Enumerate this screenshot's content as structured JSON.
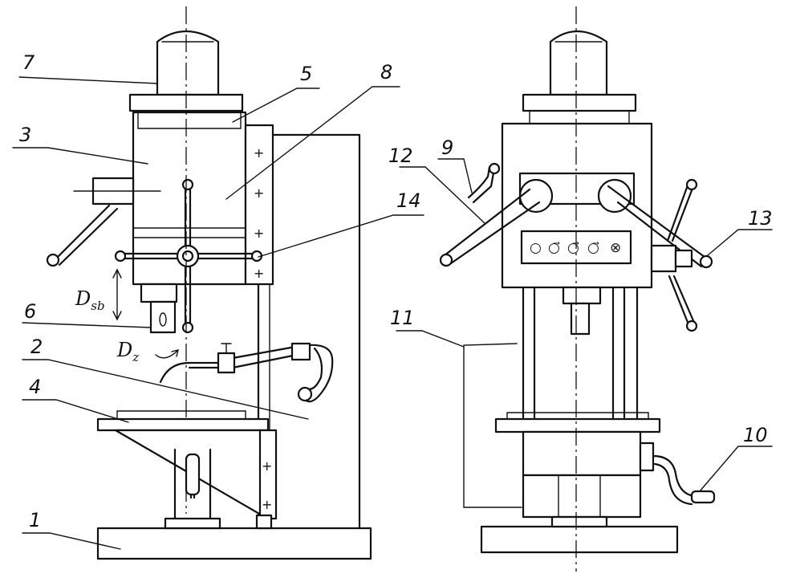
{
  "labels": {
    "l1": "1",
    "l2": "2",
    "l3": "3",
    "l4": "4",
    "l5": "5",
    "l6": "6",
    "l7": "7",
    "l8": "8",
    "l9": "9",
    "l10": "10",
    "l11": "11",
    "l12": "12",
    "l13": "13",
    "l14": "14"
  },
  "motion": {
    "ds_main": "D",
    "ds_sub": "sb",
    "dz_main": "D",
    "dz_sub": "z"
  },
  "panel_symbols": [
    "○",
    "○⃗",
    "○⃗",
    "○⃗",
    "⊗"
  ],
  "colors": {
    "ink": "#111111",
    "paper": "#ffffff"
  }
}
